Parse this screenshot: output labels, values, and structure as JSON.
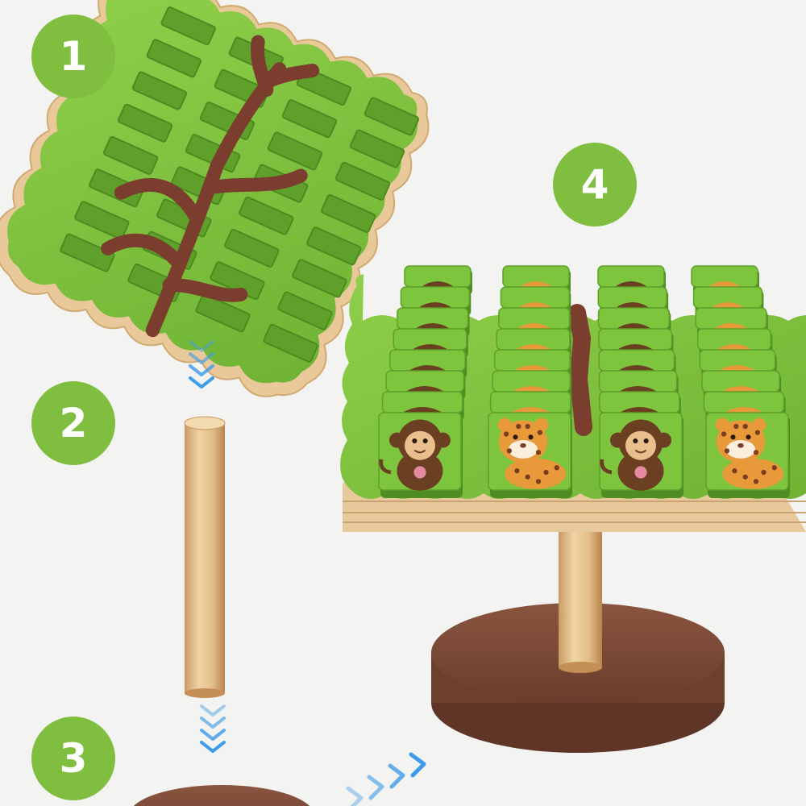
{
  "steps": [
    {
      "number": "1"
    },
    {
      "number": "2"
    },
    {
      "number": "3"
    },
    {
      "number": "4"
    }
  ],
  "colors": {
    "background": "#f3f3f1",
    "badge_green": "#7fbe3f",
    "leaf_green": "#79c03a",
    "leaf_green_light": "#8fd04a",
    "branch_brown": "#7a3d2e",
    "wood_light": "#e6c79a",
    "base_brown": "#7b4a36",
    "arrow_blue": "#3d9be9",
    "monkey_brown": "#6b3f22",
    "leopard_orange": "#e89a3a"
  },
  "icons": {
    "step_arrows": "chevron-down-icon",
    "side_arrows": "chevron-right-icon"
  },
  "board": {
    "columns": 4,
    "rows": 8,
    "column_animals": [
      "monkey",
      "leopard",
      "monkey",
      "leopard"
    ]
  }
}
